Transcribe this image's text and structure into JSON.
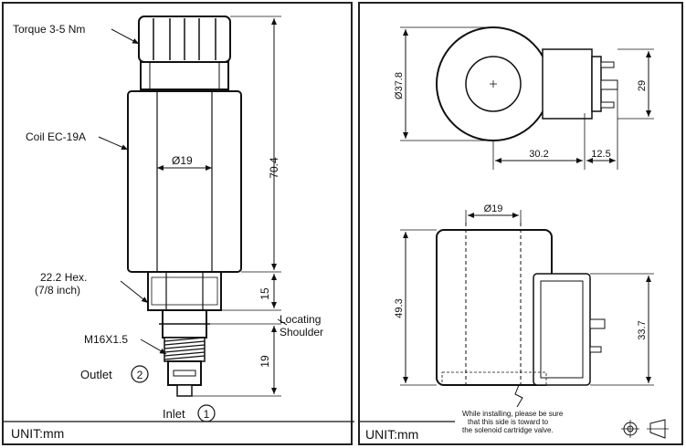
{
  "left": {
    "torque_label": "Torque 3-5 Nm",
    "coil_label": "Coil EC-19A",
    "diameter_label": "Ø19",
    "length_label": "70.4",
    "hex_label_line1": "22.2 Hex.",
    "hex_label_line2": "(7/8 inch)",
    "hex_height_label": "15",
    "locating_line1": "Locating",
    "locating_line2": "Shoulder",
    "thread_label": "M16X1.5",
    "outlet_label": "Outlet",
    "outlet_num": "2",
    "inlet_label": "Inlet",
    "inlet_num": "1",
    "tip_length_label": "19",
    "unit_label": "UNIT:mm"
  },
  "right": {
    "coil_diameter_label": "Ø37.8",
    "height_29_label": "29",
    "width_30_label": "30.2",
    "width_12_label": "12.5",
    "bore_label": "Ø19",
    "height_49_label": "49.3",
    "height_33_label": "33.7",
    "note_line1": "While installing, please be sure",
    "note_line2": "that this side is toward to",
    "note_line3": "the solenoid cartridge valve.",
    "unit_label": "UNIT:mm"
  }
}
